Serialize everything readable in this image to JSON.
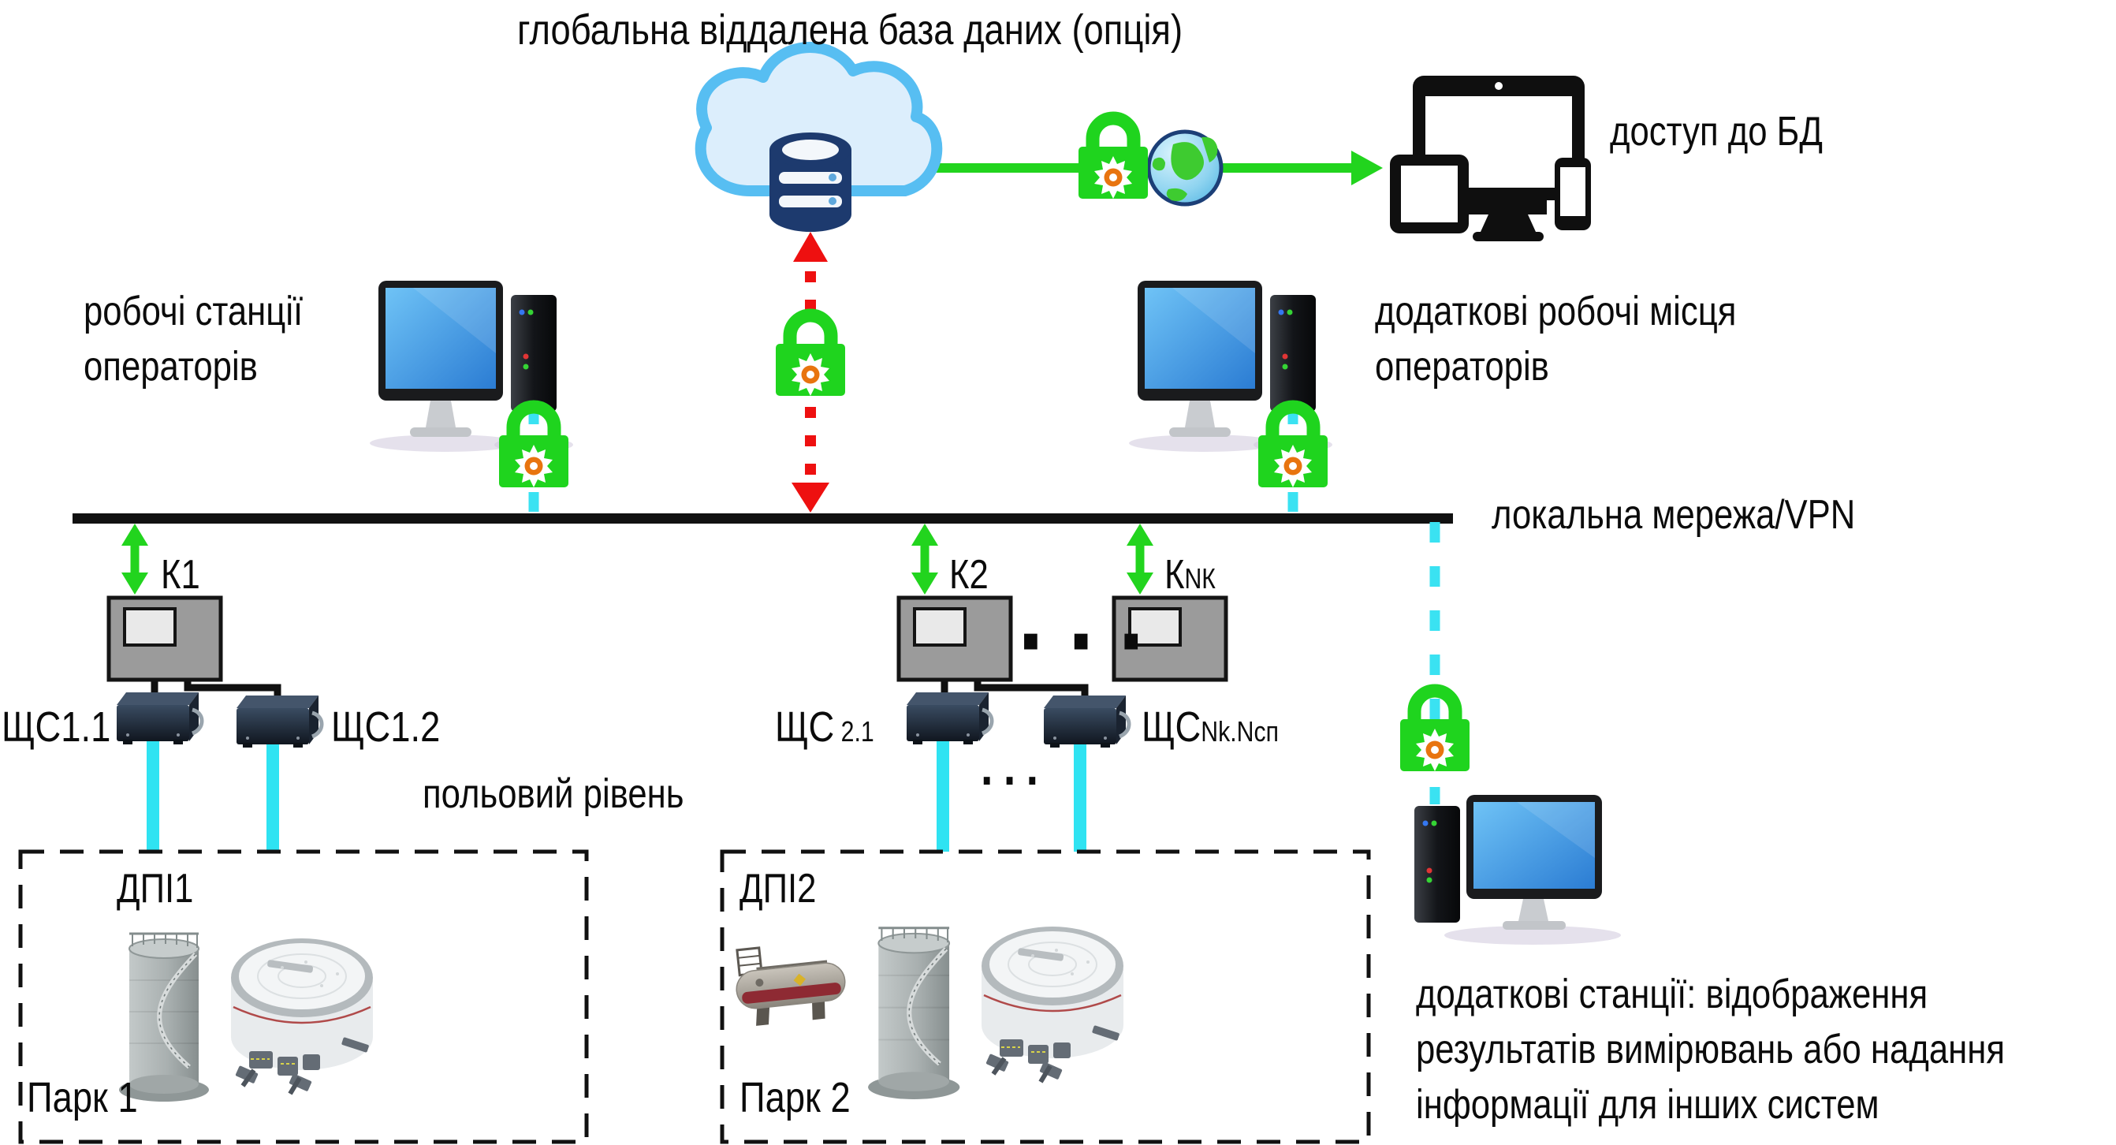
{
  "title": "глобальна віддалена база даних (опція)",
  "db_access_label": "доступ до БД",
  "left_workstations": {
    "line1": "робочі станції",
    "line2": "операторів"
  },
  "right_workstations": {
    "line1": "додаткові робочі місця",
    "line2": "операторів"
  },
  "network_label": "локальна мережа/VPN",
  "field_level_label": "польовий рівень",
  "controllers": [
    {
      "label": "К1",
      "sub": ""
    },
    {
      "label": "К2",
      "sub": ""
    },
    {
      "label": "К",
      "sub": "NК"
    }
  ],
  "cabinets": [
    {
      "label": "ЩС1.1",
      "sub": ""
    },
    {
      "label": "ЩС1.2",
      "sub": ""
    },
    {
      "label": "ЩС",
      "sub": "2.1"
    },
    {
      "label": "ЩС",
      "sub": "Nk.Nсп"
    }
  ],
  "dots_controllers": "▪ ▪ ▪",
  "dots_parks": "...",
  "parks": [
    {
      "dpi_label": "ДПІ1",
      "name": "Парк 1"
    },
    {
      "dpi_label": "ДПІ2",
      "name": "Парк 2"
    }
  ],
  "additional_stations": {
    "line1": "додаткові станції: відображення",
    "line2": "результатів вимірювань або надання",
    "line3": "інформації для інших систем"
  },
  "colors": {
    "secure_green": "#1fd41e",
    "alert_red": "#ee1010",
    "link_cyan": "#3ae2f2",
    "db_navy": "#1d3a6e",
    "controller_gray": "#9b9b9b",
    "screen_blue": "#3f97e4"
  }
}
